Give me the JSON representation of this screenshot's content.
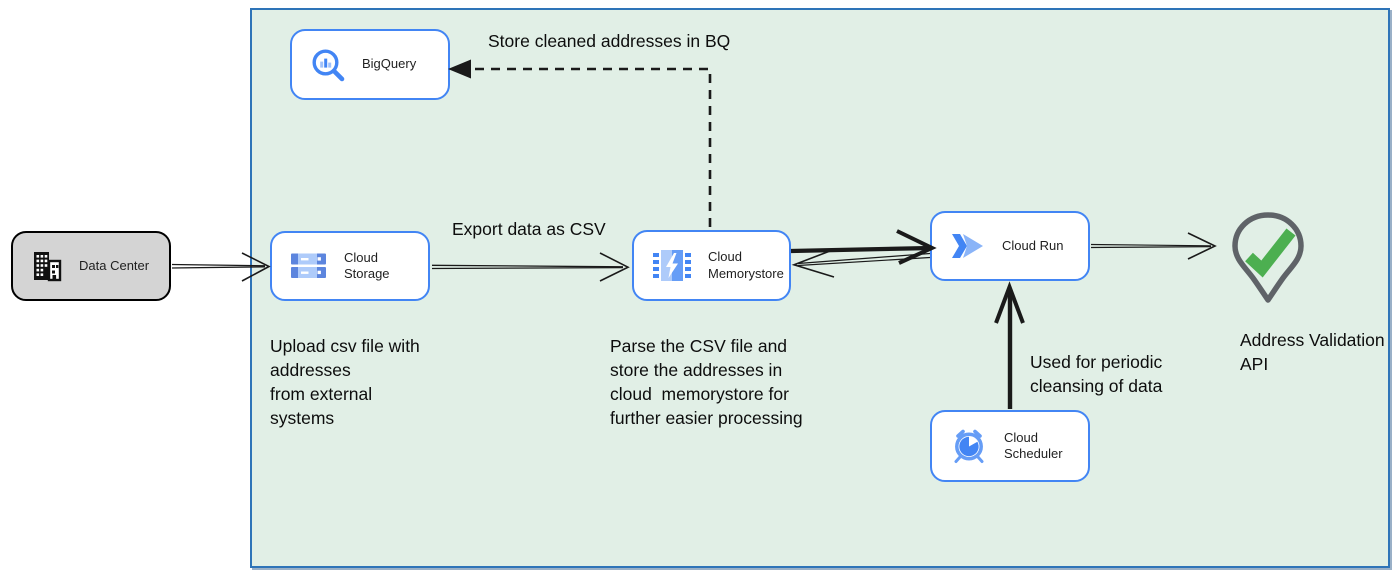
{
  "diagram": {
    "nodes": {
      "data_center": {
        "label": "Data Center",
        "icon": "building-icon"
      },
      "bigquery": {
        "label": "BigQuery",
        "icon": "bigquery-magnifier-icon"
      },
      "cloud_storage": {
        "label": "Cloud Storage",
        "icon": "storage-buckets-icon"
      },
      "cloud_memorystore": {
        "label": "Cloud Memorystore",
        "icon": "memory-chip-bolt-icon"
      },
      "cloud_run": {
        "label": "Cloud Run",
        "icon": "cloud-run-chevron-icon"
      },
      "cloud_scheduler": {
        "label": "Cloud Scheduler",
        "icon": "alarm-clock-icon"
      },
      "address_validation_api": {
        "label": "Address Validation API",
        "icon": "map-pin-check-icon"
      }
    },
    "edge_labels": {
      "store_bq": "Store cleaned addresses in BQ",
      "export_csv": "Export data as CSV",
      "periodic": "Used for periodic\ncleansing of data"
    },
    "notes": {
      "upload": "Upload csv file with\naddresses\nfrom external\nsystems",
      "parse": "Parse the CSV file and\nstore the addresses in\ncloud  memorystore for\nfurther easier processing"
    },
    "colors": {
      "container_fill": "#e1efe6",
      "container_border": "#2e74b8",
      "node_border": "#4285f4",
      "datacenter_fill": "#d4d4d4",
      "arrow": "#1a1a1a",
      "pin_outline": "#5f6368",
      "check_green": "#4caf50",
      "icon_blue": "#4285f4",
      "icon_light_blue": "#aecbfa"
    }
  }
}
